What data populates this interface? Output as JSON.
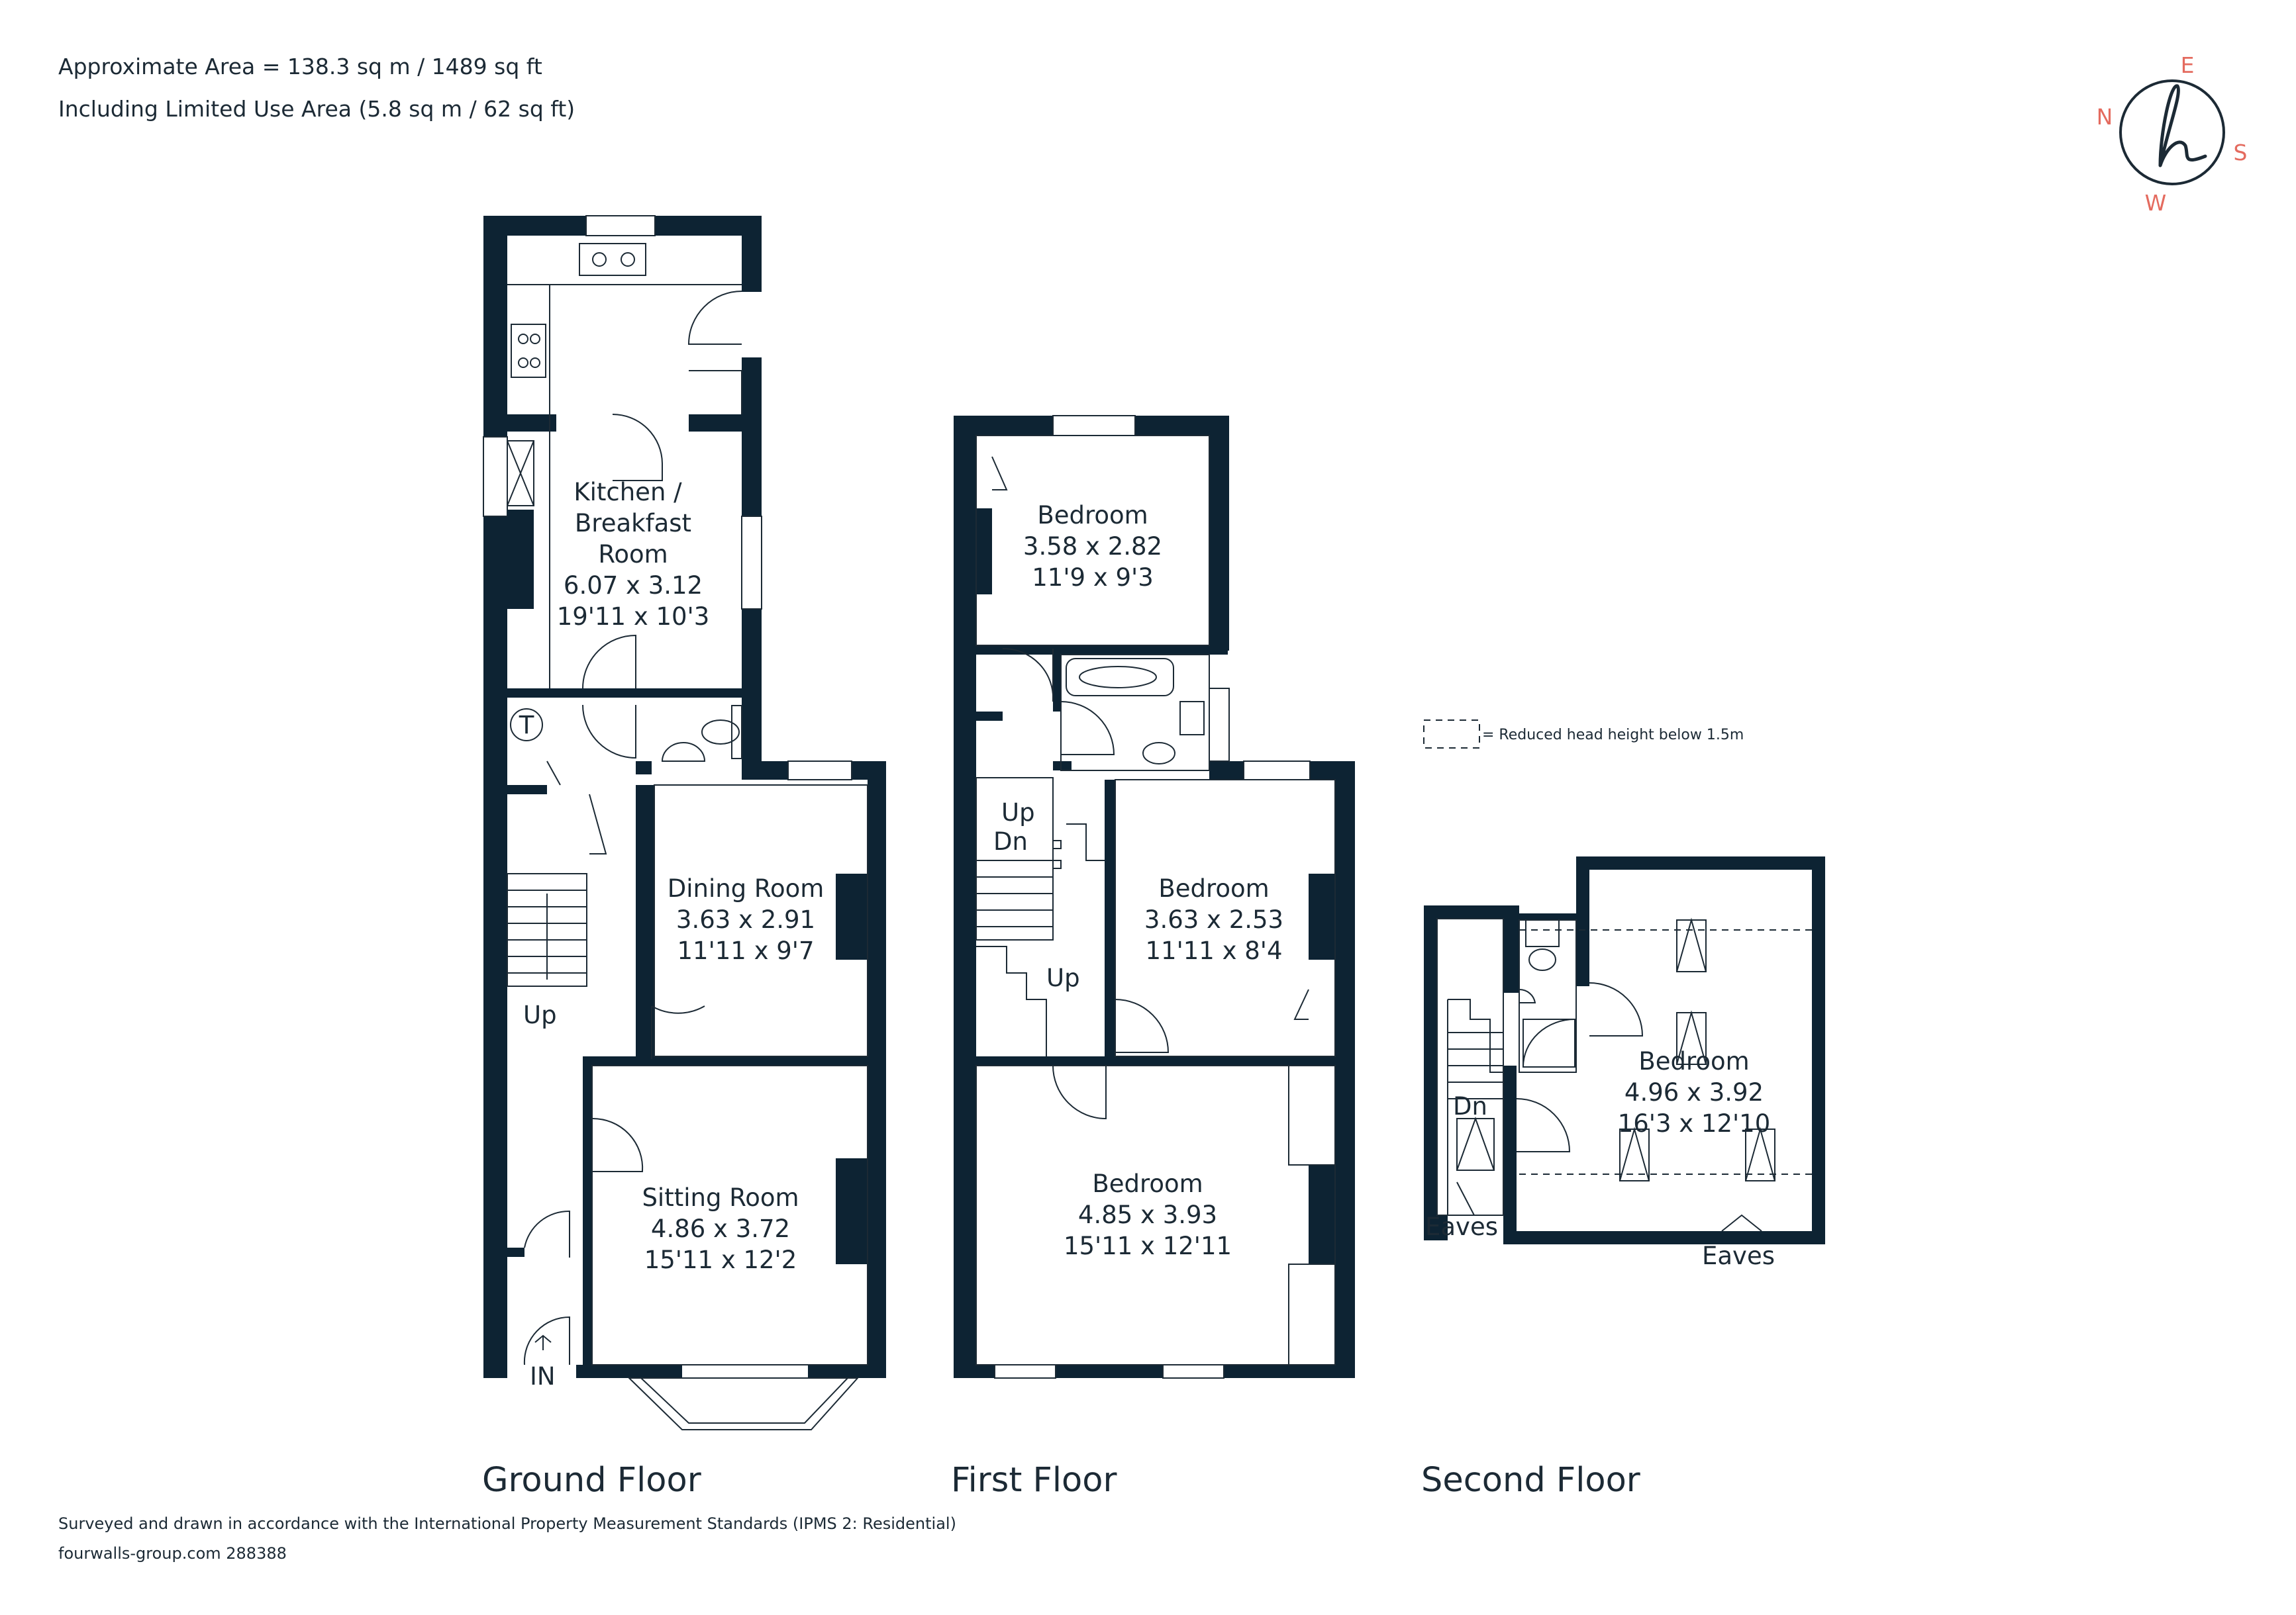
{
  "header": {
    "area_line": "Approximate Area = 138.3 sq m / 1489 sq ft",
    "limited_line": "Including Limited Use Area (5.8 sq m / 62 sq ft)"
  },
  "compass": {
    "north": "N",
    "east": "E",
    "south": "S",
    "west": "W",
    "logo_letter": "h"
  },
  "key": {
    "text": "= Reduced head height below 1.5m"
  },
  "ground": {
    "title": "Ground Floor",
    "kitchen": {
      "name1": "Kitchen /",
      "name2": "Breakfast",
      "name3": "Room",
      "metric": "6.07 x 3.12",
      "imperial": "19'11 x 10'3"
    },
    "dining": {
      "name": "Dining Room",
      "metric": "3.63 x 2.91",
      "imperial": "11'11 x 9'7"
    },
    "sitting": {
      "name": "Sitting Room",
      "metric": "4.86 x 3.72",
      "imperial": "15'11 x 12'2"
    },
    "boiler": "T",
    "up": "Up",
    "entrance": "IN"
  },
  "first": {
    "title": "First Floor",
    "bed1": {
      "name": "Bedroom",
      "metric": "3.58 x 2.82",
      "imperial": "11'9 x 9'3"
    },
    "bed2": {
      "name": "Bedroom",
      "metric": "3.63 x 2.53",
      "imperial": "11'11 x 8'4"
    },
    "bed3": {
      "name": "Bedroom",
      "metric": "4.85 x 3.93",
      "imperial": "15'11 x 12'11"
    },
    "up": "Up",
    "dn": "Dn",
    "up2": "Up"
  },
  "second": {
    "title": "Second Floor",
    "bed": {
      "name": "Bedroom",
      "metric": "4.96 x 3.92",
      "imperial": "16'3 x 12'10"
    },
    "dn": "Dn",
    "eaves1": "Eaves",
    "eaves2": "Eaves"
  },
  "footer": {
    "line1": "Surveyed and drawn in accordance with the International Property Measurement Standards (IPMS 2: Residential)",
    "line2": "fourwalls-group.com 288388"
  },
  "colors": {
    "wall": "#0d2333",
    "accent": "#e46b5f"
  }
}
